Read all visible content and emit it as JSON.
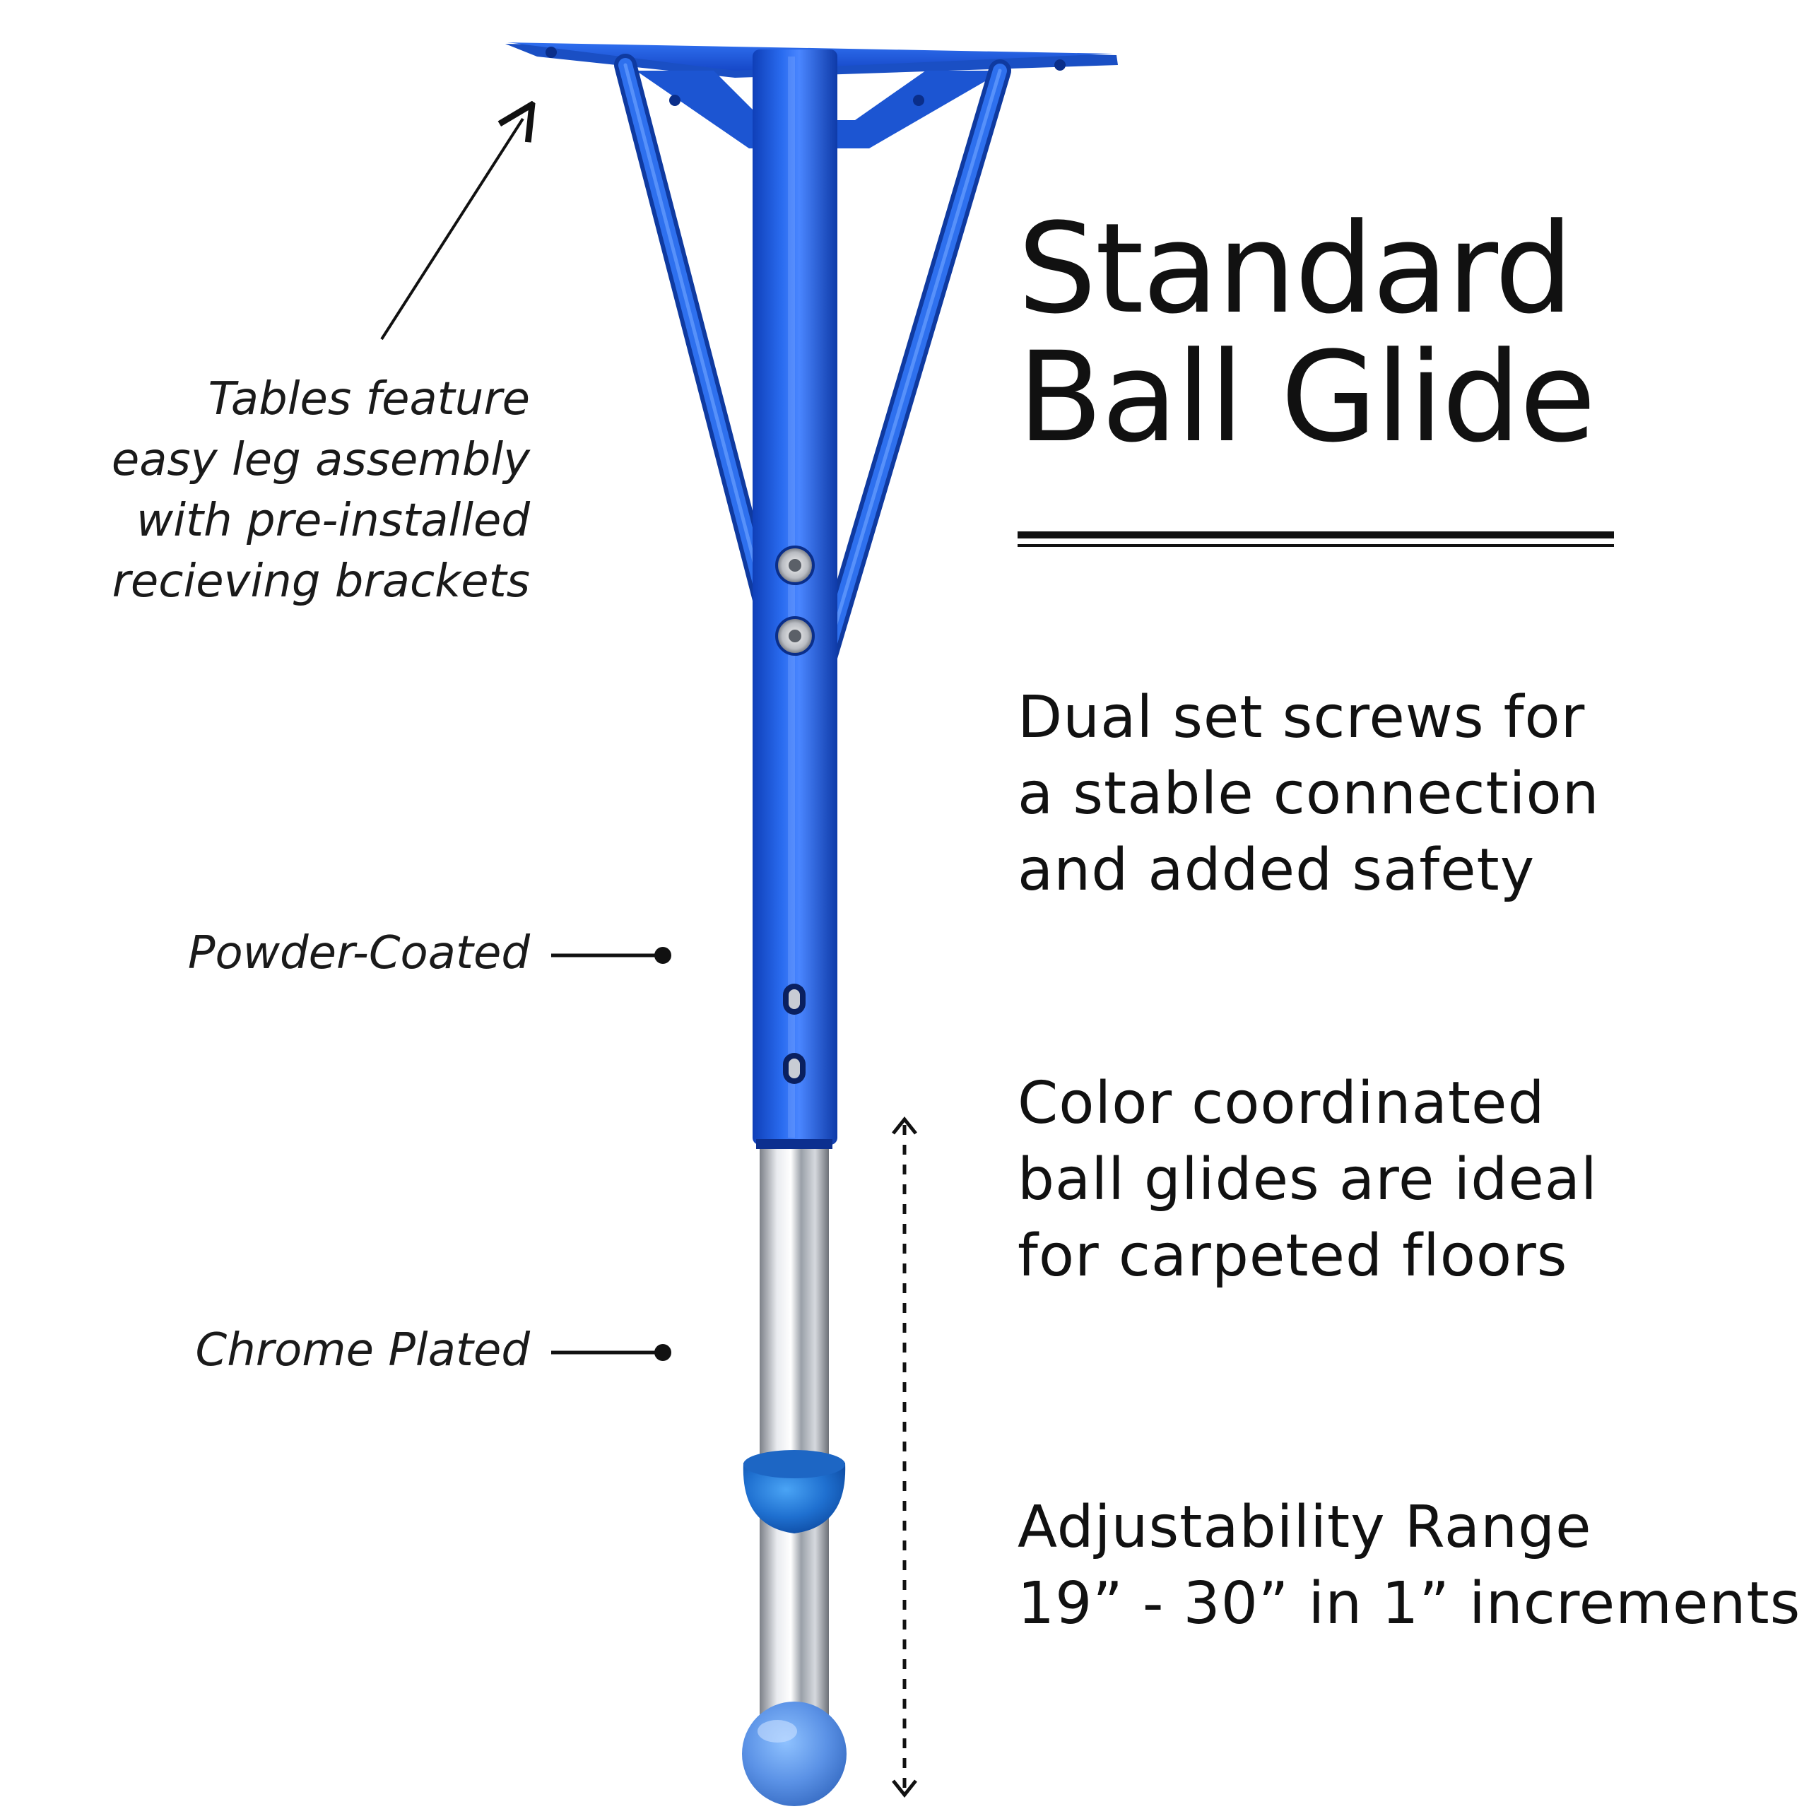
{
  "heading": {
    "line1": "Standard",
    "line2": "Ball Glide"
  },
  "features": {
    "screws": [
      "Dual set screws for",
      "a stable connection",
      "and added safety"
    ],
    "glides": [
      "Color coordinated",
      "ball glides are ideal",
      "for carpeted floors"
    ],
    "range": [
      "Adjustability Range",
      "19” - 30” in 1” increments"
    ]
  },
  "callouts": {
    "assembly": [
      "Tables feature",
      "easy leg assembly",
      "with pre-installed",
      "recieving brackets"
    ],
    "powder": "Powder-Coated",
    "chrome": "Chrome Plated"
  },
  "colors": {
    "leg_blue": "#1856d8",
    "ball_blue": "#2b7ed6",
    "chrome": "#c9ccd2",
    "ink": "#111111"
  }
}
